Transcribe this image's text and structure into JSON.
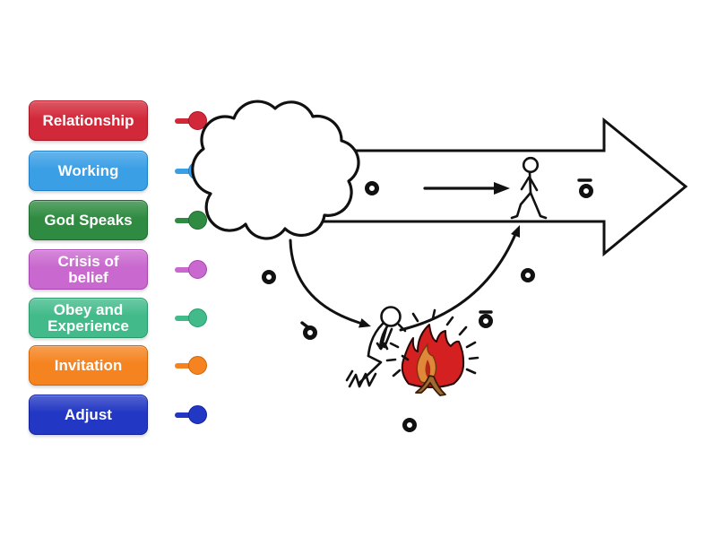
{
  "page": {
    "background": "#ffffff"
  },
  "theme": {
    "ink": "#111111",
    "flame": "#d42020",
    "flame-inner": "#e0883a",
    "flame-core": "#b52818",
    "trunk": "#a06a32",
    "trunk-line": "#3a1d08",
    "flame-line": "#2a0505"
  },
  "labels": [
    {
      "text": "Relationship",
      "colors": {
        "main": "#d2293a",
        "dark": "#a91423"
      }
    },
    {
      "text": "Working",
      "colors": {
        "main": "#3b9fe6",
        "dark": "#1f7ec6"
      }
    },
    {
      "text": "God Speaks",
      "colors": {
        "main": "#2f8b41",
        "dark": "#1d6c2e"
      }
    },
    {
      "text": "Crisis of belief",
      "colors": {
        "main": "#c968cf",
        "dark": "#a746b0"
      }
    },
    {
      "text": "Obey and Experience",
      "colors": {
        "main": "#42ba8a",
        "dark": "#2a9a6d"
      }
    },
    {
      "text": "Invitation",
      "colors": {
        "main": "#f5831f",
        "dark": "#d26507"
      }
    },
    {
      "text": "Adjust",
      "colors": {
        "main": "#2237c4",
        "dark": "#13219c"
      }
    }
  ],
  "diagram": {
    "alt": "Hand-drawn scene: cloud at the start of a large right-pointing arrow with a walking stick figure inside; curved arrow from the cloud down to a kneeling figure praying at a burning bush, and a curved arrow from the bush back up to the large arrow",
    "answer_point_count": 7
  }
}
